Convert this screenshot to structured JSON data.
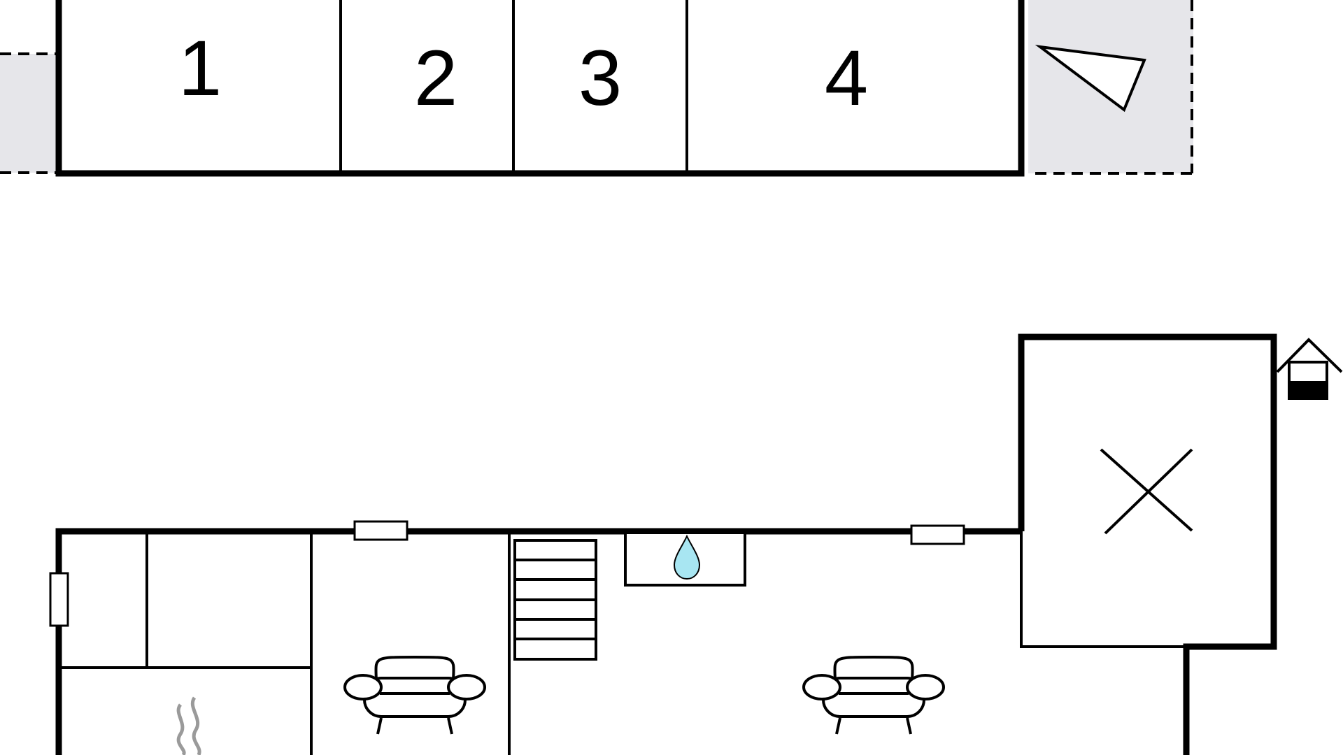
{
  "floor_plan": {
    "colors": {
      "wall": "#000000",
      "background": "#ffffff",
      "outside_area": "#e6e6ea",
      "water_drop": "#a8e6f2",
      "heater_wave": "#9a9a9a"
    },
    "upper_rooms": [
      {
        "label": "1"
      },
      {
        "label": "2"
      },
      {
        "label": "3"
      },
      {
        "label": "4"
      }
    ],
    "symbols": [
      "triangle-icon",
      "x-mark-icon",
      "house-icon",
      "water-drop-icon",
      "staircase-icon",
      "sofa-icon",
      "sofa-icon",
      "heat-wave-icon"
    ]
  }
}
